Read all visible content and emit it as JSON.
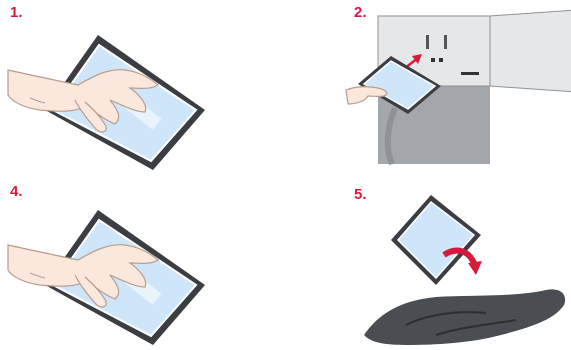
{
  "steps": [
    {
      "label": "1."
    },
    {
      "label": "2."
    },
    {
      "label": "4."
    },
    {
      "label": "5."
    }
  ],
  "colors": {
    "step_number": "#d71a3b",
    "pack_border": "#3a3d42",
    "pack_fill": "#cfe6fa",
    "skin": "#fbe8dc",
    "freezer": "#e6e7e9",
    "fridge_body": "#a3a6aa",
    "arrow": "#d71a3b",
    "garment": "#4a4d51"
  },
  "icons": [
    "cooling-pack-icon",
    "hand-icon",
    "freezer-icon",
    "rotate-arrow-icon",
    "garment-icon"
  ]
}
